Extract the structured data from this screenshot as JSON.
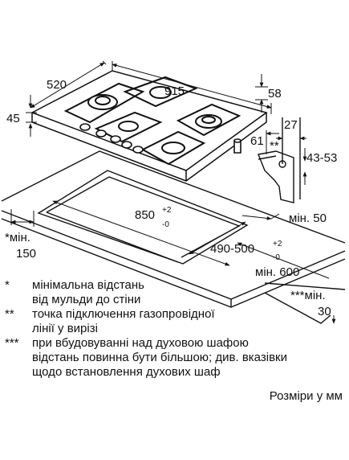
{
  "dimensions": {
    "width_depth": "520",
    "length": "915",
    "height": "45",
    "edge_offset": "58",
    "side_gap": "61",
    "connection_offset": "27",
    "connection_mark": "**",
    "connection_height": "43-53",
    "cutout_length": "850",
    "cutout_length_tol_plus": "+2",
    "cutout_length_tol_minus": "-0",
    "cutout_depth": "490-500",
    "cutout_depth_tol_plus": "+2",
    "cutout_depth_tol_minus": "-0",
    "min_50": "мін. 50",
    "min_600": "мін. 600",
    "min_150_line1": "*мін.",
    "min_150_line2": "150",
    "min_30_line1": "***мін.",
    "min_30_line2": "30"
  },
  "legend": [
    {
      "mark": "*",
      "lines": [
        "мінімальна відстань",
        "від мульди до стіни"
      ]
    },
    {
      "mark": "**",
      "lines": [
        "точка підключення газопровідної",
        "лінії у вирізі"
      ]
    },
    {
      "mark": "***",
      "lines": [
        "при вбудовуванні над духовою шафою",
        "відстань повинна бути більшою; див. вказівки",
        "щодо встановлення духових шаф"
      ]
    }
  ],
  "units_note": "Розміри у мм"
}
